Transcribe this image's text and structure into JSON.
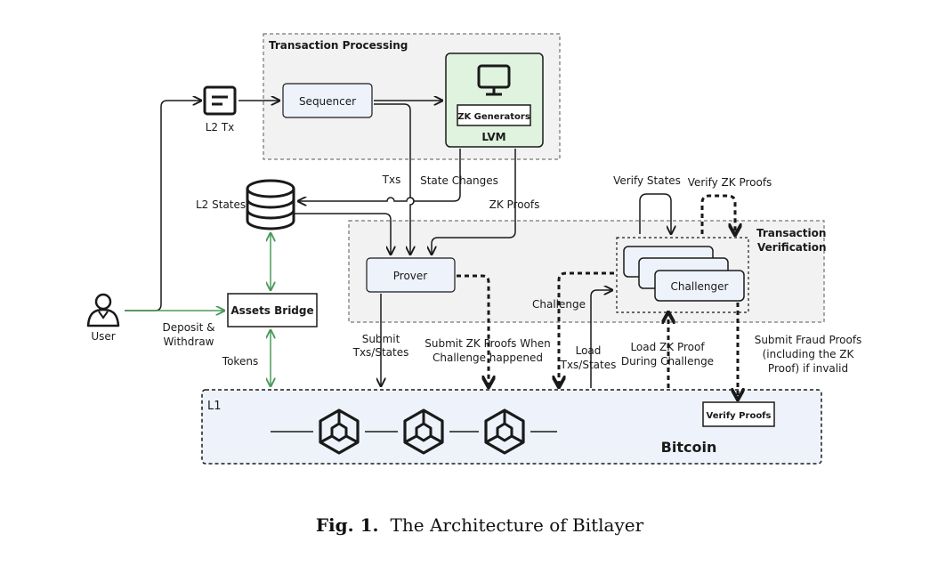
{
  "regions": {
    "processing_title": "Transaction Processing",
    "verification_title_1": "Transaction",
    "verification_title_2": "Verification",
    "l1_title": "L1"
  },
  "nodes": {
    "l2_tx": "L2 Tx",
    "sequencer": "Sequencer",
    "zk_generators": "ZK Generators",
    "lvm": "LVM",
    "l2_states": "L2 States",
    "user": "User",
    "assets_bridge": "Assets Bridge",
    "prover": "Prover",
    "challenger": "Challenger",
    "verify_proofs": "Verify Proofs",
    "bitcoin": "Bitcoin"
  },
  "edges": {
    "txs": "Txs",
    "state_changes": "State Changes",
    "zk_proofs": "ZK Proofs",
    "verify_states": "Verify States",
    "verify_zk_proofs": "Verify ZK Proofs",
    "challenge": "Challenge",
    "deposit_1": "Deposit &",
    "deposit_2": "Withdraw",
    "tokens": "Tokens",
    "submit_1": "Submit",
    "submit_2": "Txs/States",
    "submit_zk_1": "Submit ZK Proofs When",
    "submit_zk_2": "Challenge happened",
    "load_1": "Load",
    "load_2": "Txs/States",
    "load_zk_1": "Load ZK Proof",
    "load_zk_2": "During Challenge",
    "fraud_1": "Submit Fraud Proofs",
    "fraud_2": "(including the ZK",
    "fraud_3": "Proof) if invalid"
  },
  "caption": {
    "prefix": "Fig. 1.",
    "text": "The Architecture of Bitlayer"
  },
  "colors": {
    "line": "#1a1a1a",
    "green_link": "#4a9a5a",
    "box_fill": "#eef2fb",
    "lvm_fill": "#dff3df",
    "region_fill": "#f2f2f2",
    "l1_fill": "#eef3fb"
  }
}
